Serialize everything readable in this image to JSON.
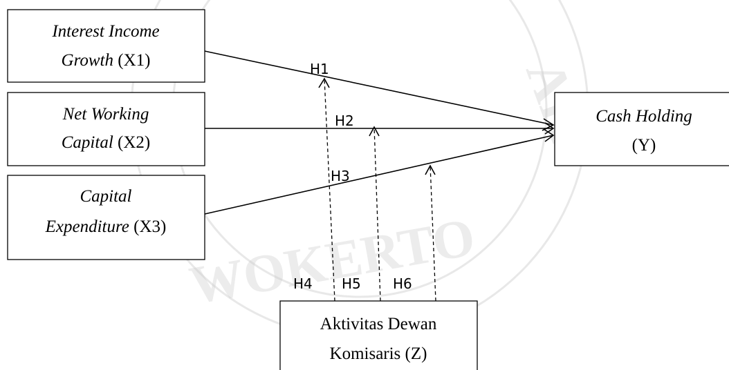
{
  "boxes": {
    "x1": {
      "line1": "Interest Income",
      "line2_italic": "Growth",
      "line2_plain": " (X1)"
    },
    "x2": {
      "line1": "Net Working",
      "line2_italic": "Capital",
      "line2_plain": " (X2)"
    },
    "x3": {
      "line1": "Capital",
      "line2_italic": "Expenditure",
      "line2_plain": " (X3)"
    },
    "y": {
      "line1": "Cash Holding",
      "line2": "(Y)"
    },
    "z": {
      "line1": "Aktivitas Dewan",
      "line2": "Komisaris (Z)"
    }
  },
  "hypotheses": [
    "H1",
    "H2",
    "H3",
    "H4",
    "H5",
    "H6"
  ],
  "watermark": {
    "text": "WOKERTO",
    "text_side": "AH"
  }
}
